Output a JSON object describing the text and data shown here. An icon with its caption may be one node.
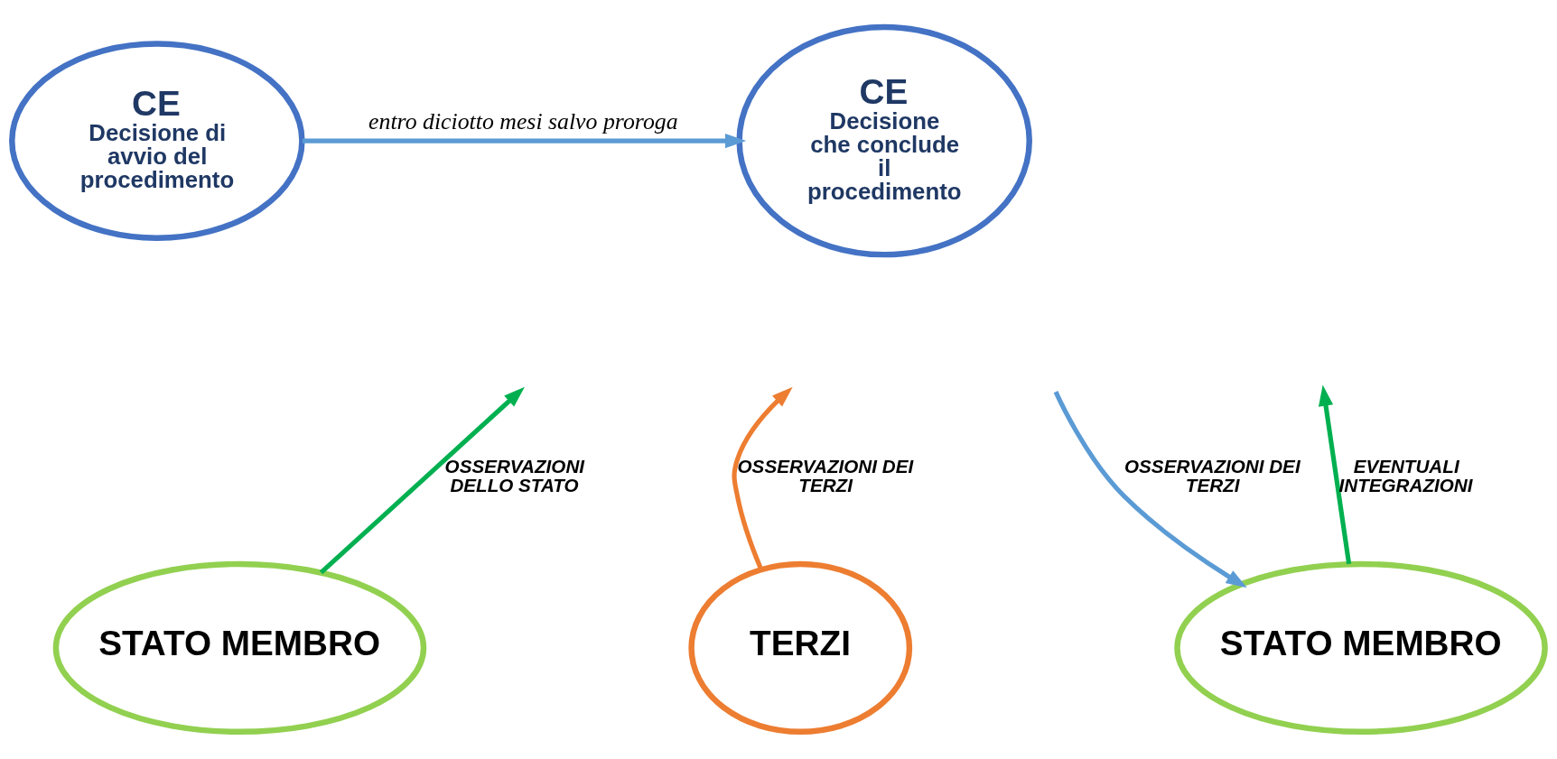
{
  "diagram": {
    "nodes": [
      {
        "text": [
          "CE",
          "Decisione di avvio del procedimento"
        ]
      },
      {
        "text": [
          "CE",
          "Decisione che conclude il procedimento"
        ]
      },
      {
        "text": [
          "STATO MEMBRO"
        ]
      },
      {
        "text": [
          "TERZI"
        ]
      },
      {
        "text": [
          "STATO MEMBRO"
        ]
      }
    ],
    "edges": [
      {
        "from": 0,
        "to": 1,
        "arrow": "to",
        "label": "entro diciotto mesi salvo proroga",
        "color": "#5b9bd5"
      },
      {
        "from": 2,
        "to": null,
        "arrow": "to",
        "label": "OSSERVAZIONI DELLO STATO",
        "color": "#00b050"
      },
      {
        "from": 3,
        "to": null,
        "arrow": "to",
        "label": "OSSERVAZIONI DEI TERZI",
        "color": "#ed7d31"
      },
      {
        "from": null,
        "to": 4,
        "arrow": "to",
        "label": "OSSERVAZIONI DEI TERZI",
        "color": "#5b9bd5"
      },
      {
        "from": 4,
        "to": null,
        "arrow": "to",
        "label": "EVENTUALI INTEGRAZIONI",
        "color": "#00b050"
      }
    ]
  }
}
